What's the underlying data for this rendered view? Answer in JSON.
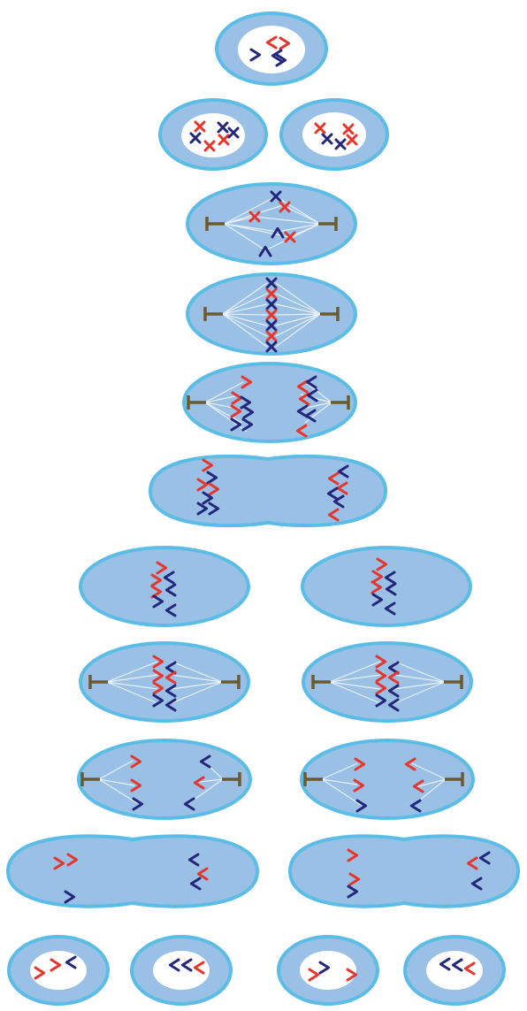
{
  "colors": {
    "cytoplasm": "#9ac0e6",
    "membrane": "#5bbde6",
    "nucleus": "#ffffff",
    "chromosome_maternal": "#e8352b",
    "chromosome_paternal": "#23267a",
    "centrosome": "#6b5a2e",
    "spindle_fiber": "#e8f1fb"
  },
  "stages": [
    {
      "id": "interphase",
      "cells": 1
    },
    {
      "id": "prophase-I",
      "cells": 2
    },
    {
      "id": "prometaphase-I",
      "cells": 1
    },
    {
      "id": "metaphase-I",
      "cells": 1
    },
    {
      "id": "anaphase-I",
      "cells": 1
    },
    {
      "id": "telophase-I",
      "cells": 1
    },
    {
      "id": "prophase-II",
      "cells": 2
    },
    {
      "id": "metaphase-II",
      "cells": 2
    },
    {
      "id": "anaphase-II",
      "cells": 2
    },
    {
      "id": "telophase-II",
      "cells": 2
    },
    {
      "id": "gametes",
      "cells": 4
    }
  ]
}
